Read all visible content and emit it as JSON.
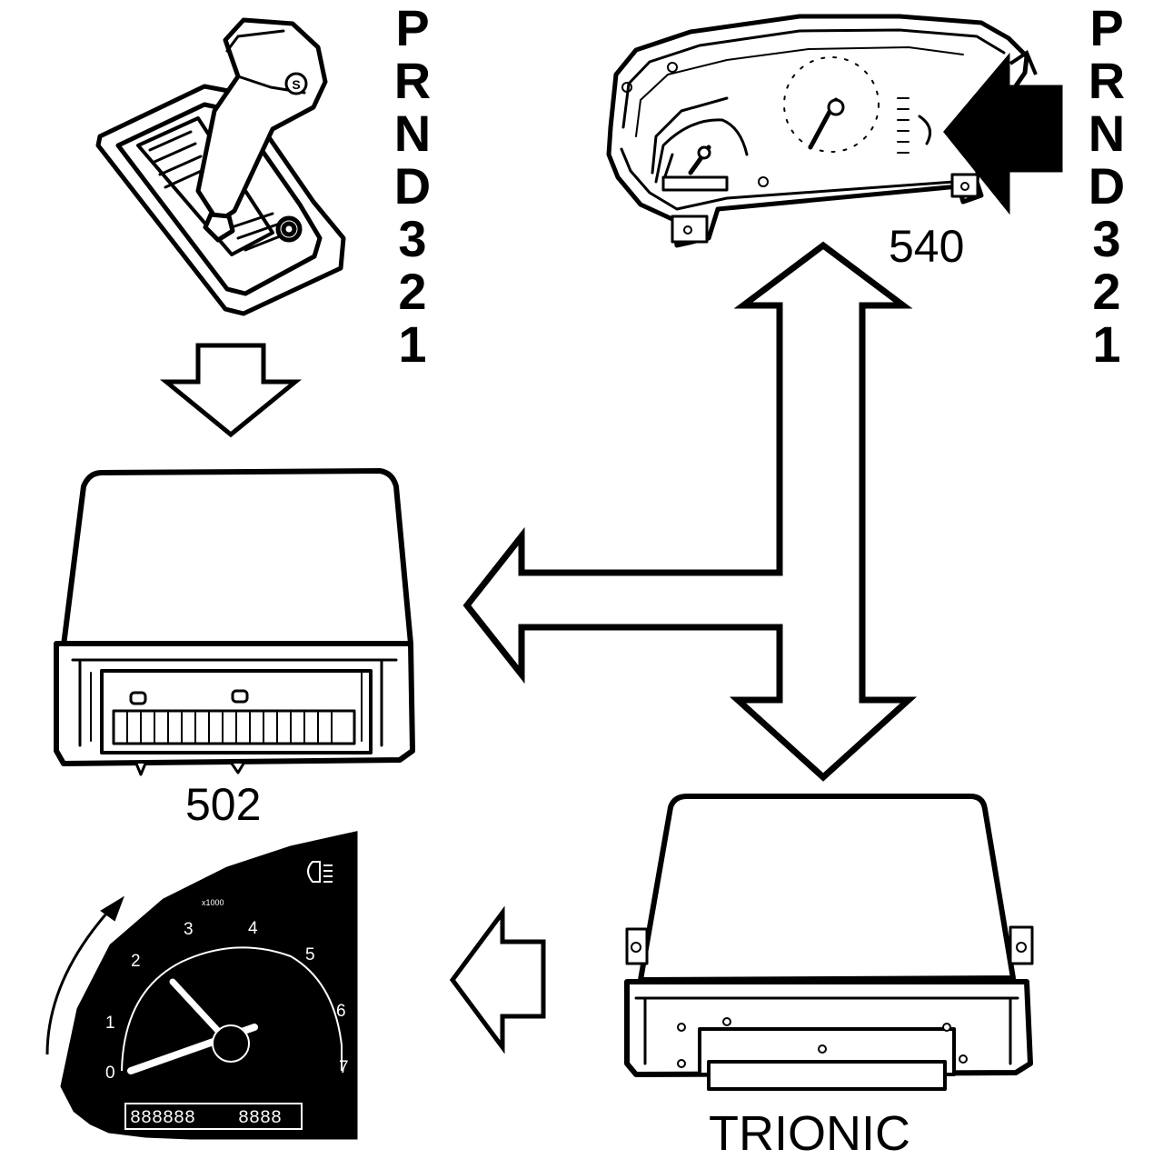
{
  "gear_positions_left": [
    "P",
    "R",
    "N",
    "D",
    "3",
    "2",
    "1"
  ],
  "gear_positions_right": [
    "P",
    "R",
    "N",
    "D",
    "3",
    "2",
    "1"
  ],
  "labels": {
    "instrument_cluster": "540",
    "tcm": "502",
    "ecm": "TRIONIC"
  },
  "tachometer": {
    "scale": [
      "0",
      "1",
      "2",
      "3",
      "4",
      "5",
      "6",
      "7"
    ],
    "unit_text": "x1000",
    "odometer_left": "888888",
    "odometer_right": "8888"
  },
  "shifter_badge": "S",
  "icons": [
    "gear-shifter-icon",
    "instrument-cluster-icon",
    "control-module-icon",
    "tachometer-icon",
    "lamp-icon"
  ]
}
